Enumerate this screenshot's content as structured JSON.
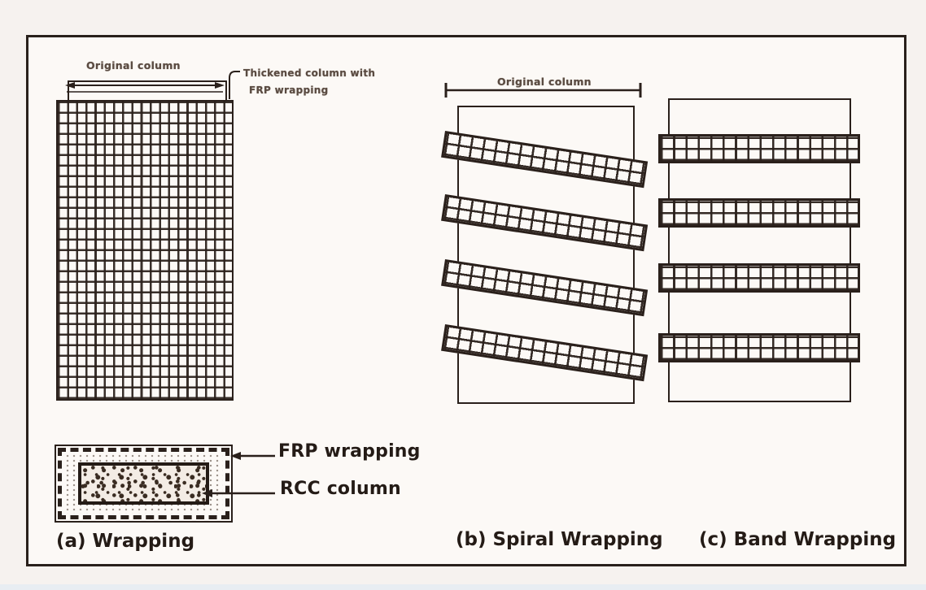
{
  "figure": {
    "panel_a": {
      "top_label": "Original column",
      "annotation": {
        "line1": "Thickened column with",
        "line2": "FRP wrapping"
      },
      "caption": "(a) Wrapping"
    },
    "panel_b": {
      "top_label": "Original column",
      "caption": "(b) Spiral Wrapping"
    },
    "panel_c": {
      "caption": "(c) Band Wrapping"
    },
    "cross_section": {
      "frp_label": "FRP wrapping",
      "rcc_label": "RCC column"
    },
    "colors": {
      "ink": "#2a201b",
      "paper": "#fcf9f6",
      "page_background": "#f6f2ef",
      "bottom_strip": "#e8edf2"
    }
  }
}
